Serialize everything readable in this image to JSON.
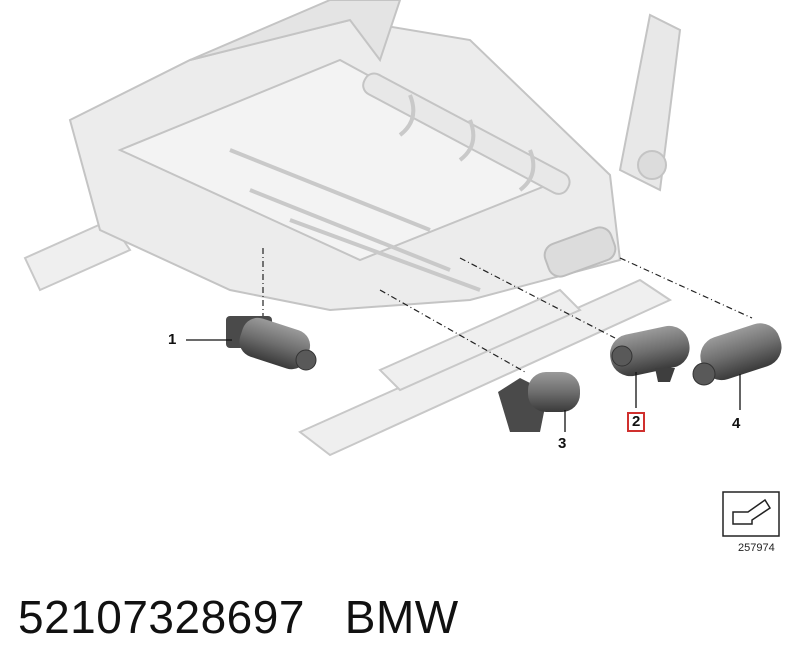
{
  "parts": [
    {
      "label": "1",
      "highlighted": false
    },
    {
      "label": "2",
      "highlighted": true
    },
    {
      "label": "3",
      "highlighted": false
    },
    {
      "label": "4",
      "highlighted": false
    }
  ],
  "ref_id": "257974",
  "caption": {
    "part_number": "52107328697",
    "brand": "BMW"
  },
  "colors": {
    "highlight_border": "#d0302e",
    "frame": "#e6e6e6",
    "frame_stroke": "#bdbdbd",
    "motor": "#7a7a7a",
    "motor_dark": "#3e3e3e"
  }
}
